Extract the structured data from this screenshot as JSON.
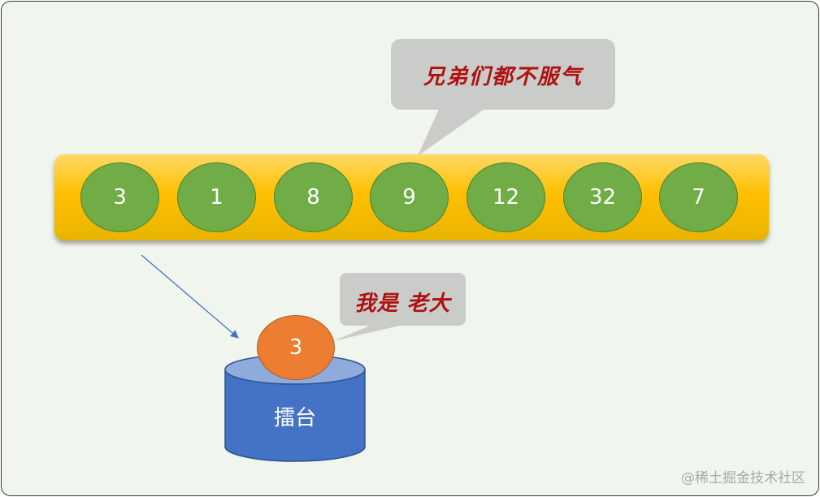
{
  "bubbles": {
    "top_text": "兄弟们都不服气",
    "bottom_text": "我是 老大"
  },
  "array": {
    "values": [
      "3",
      "1",
      "8",
      "9",
      "12",
      "32",
      "7"
    ]
  },
  "stage": {
    "label": "擂台",
    "champion": "3"
  },
  "watermark": "@稀土掘金技术社区",
  "colors": {
    "background": "#f0f6ee",
    "bar": "#ffc000",
    "node": "#70ad47",
    "champion": "#ed7d31",
    "cylinder": "#4472c4",
    "bubble": "#c9ccc8",
    "bubble_text": "#b01010",
    "arrow": "#4472c4"
  }
}
